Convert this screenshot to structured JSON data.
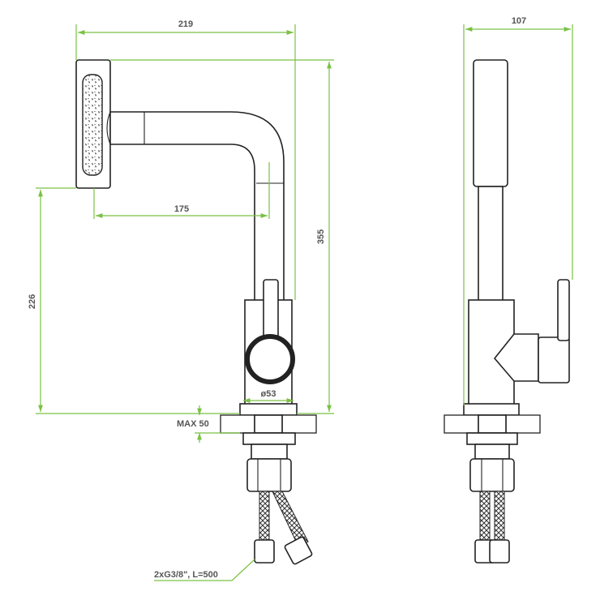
{
  "colors": {
    "dimension": "#7ac143",
    "outline": "#222222",
    "text": "#555555"
  },
  "dimensions": {
    "front_width": "219",
    "spout_reach": "175",
    "total_height": "355",
    "spout_height": "226",
    "base_diameter": "ø53",
    "max_thickness": "MAX 50",
    "side_width": "107",
    "hose_spec": "2xG3/8\", L=500"
  }
}
